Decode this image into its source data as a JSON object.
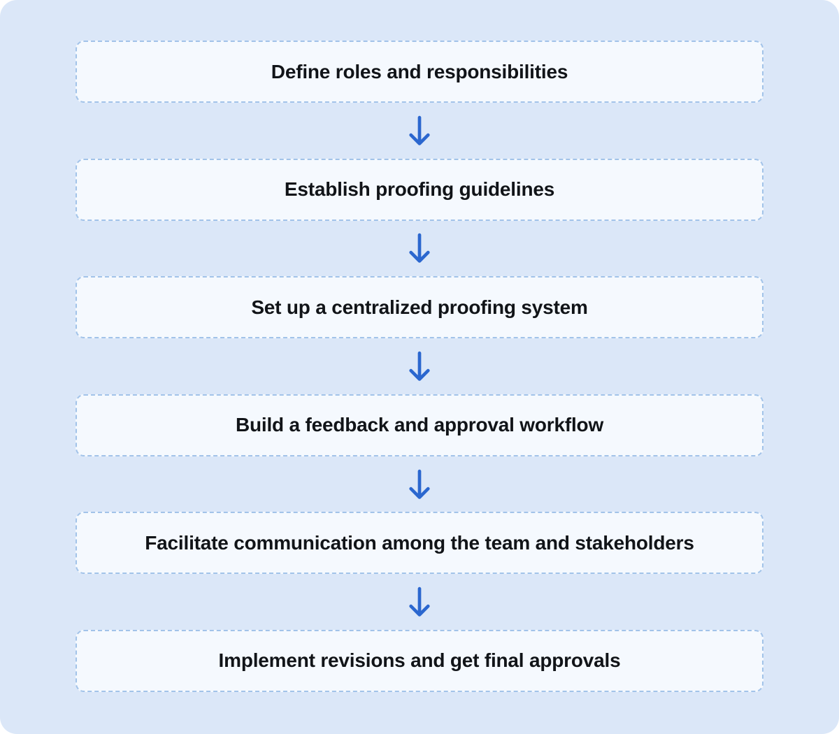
{
  "flowchart": {
    "description": "Vertical process flowchart with six steps connected by downward arrows",
    "steps": [
      {
        "label": "Define roles and responsibilities"
      },
      {
        "label": "Establish proofing guidelines"
      },
      {
        "label": "Set up a centralized proofing system"
      },
      {
        "label": "Build a feedback and approval workflow"
      },
      {
        "label": "Facilitate communication among the team and stakeholders"
      },
      {
        "label": "Implement revisions and get final approvals"
      }
    ],
    "connector_icon": "arrow-down-icon",
    "colors": {
      "background": "#dbe7f8",
      "box_background": "#f5f9fe",
      "box_border": "#a2c3e9",
      "arrow": "#2b67cf",
      "text": "#111418"
    }
  }
}
